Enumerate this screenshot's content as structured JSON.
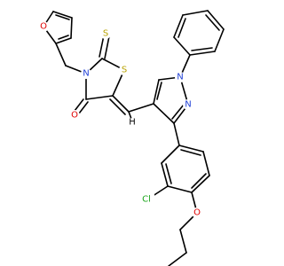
{
  "structure": {
    "atoms": {
      "o_furan": {
        "label": "O",
        "color": "#e00000"
      },
      "s_thione": {
        "label": "S",
        "color": "#b8a200"
      },
      "s_ring": {
        "label": "S",
        "color": "#b8a200"
      },
      "n_thiazolidine": {
        "label": "N",
        "color": "#1f3fd6"
      },
      "o_carbonyl": {
        "label": "O",
        "color": "#e00000"
      },
      "n_pyrazole_1": {
        "label": "N",
        "color": "#1f3fd6"
      },
      "n_pyrazole_2": {
        "label": "N",
        "color": "#1f3fd6"
      },
      "cl": {
        "label": "Cl",
        "color": "#1aa51a"
      },
      "o_ether": {
        "label": "O",
        "color": "#e00000"
      },
      "h_methine": {
        "label": "H",
        "color": "#000000"
      }
    }
  }
}
